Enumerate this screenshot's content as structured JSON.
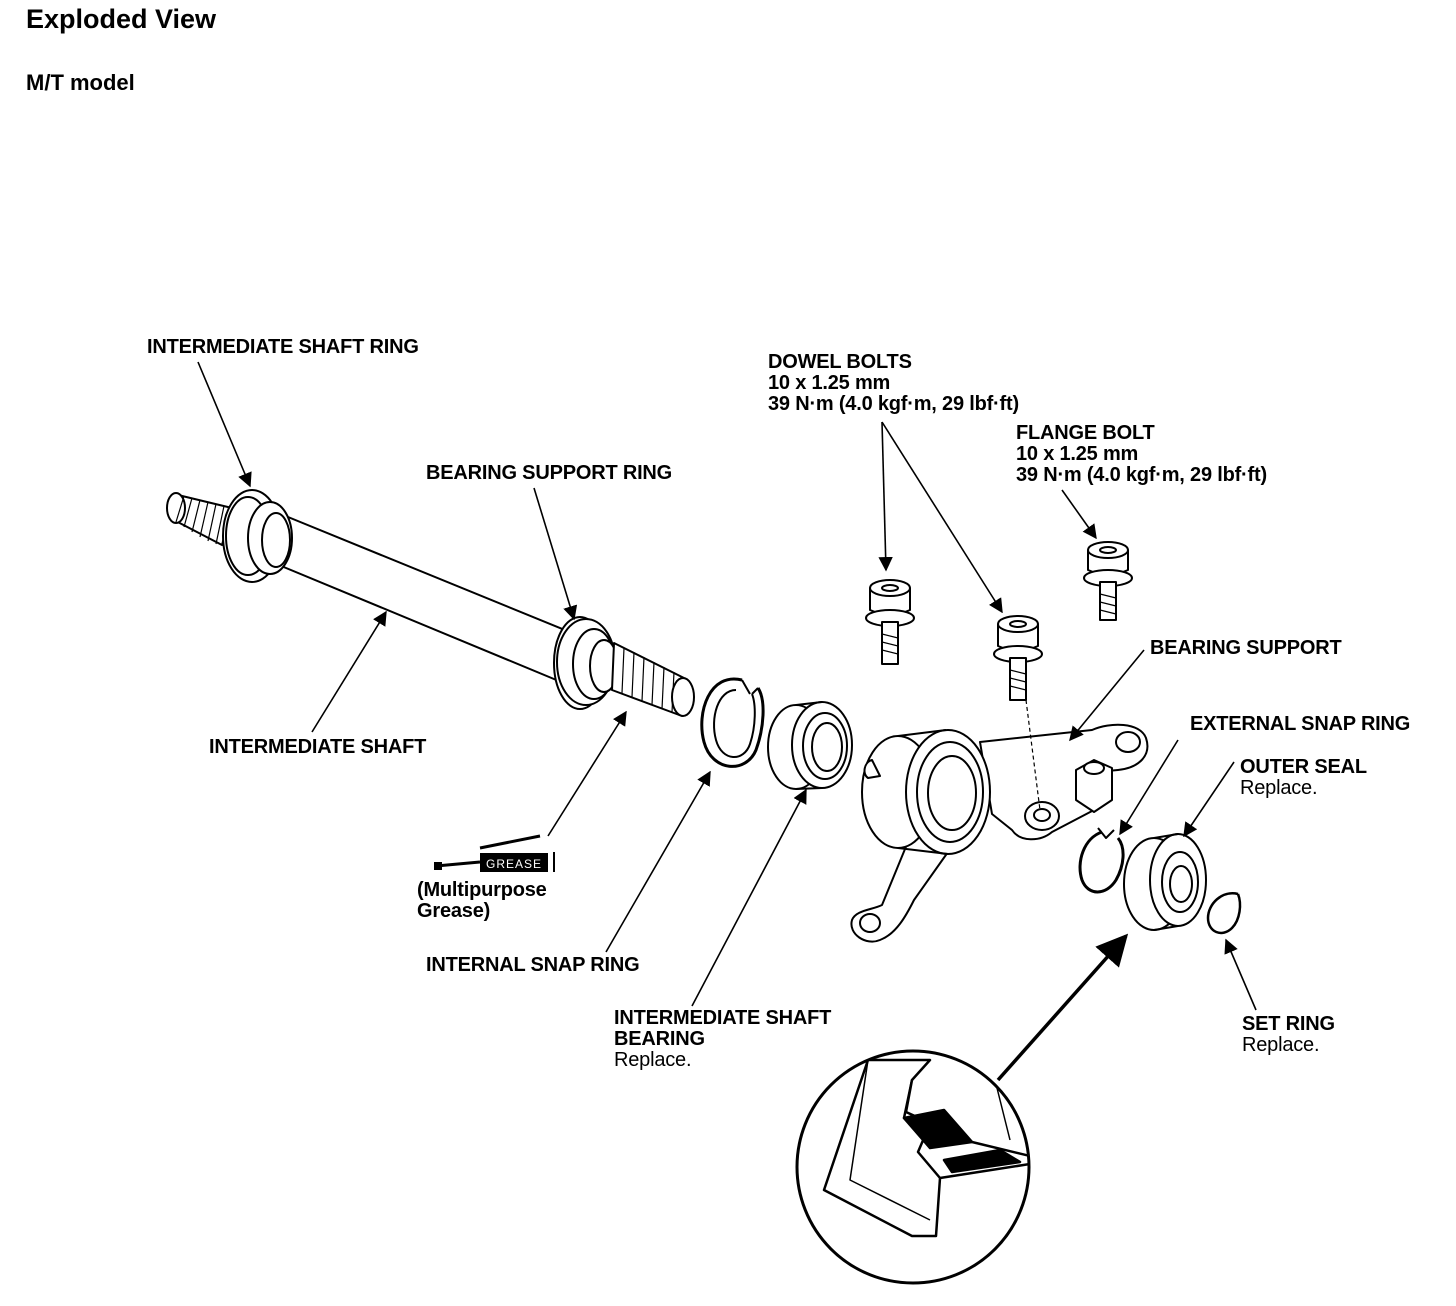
{
  "header": {
    "title": "Exploded View",
    "subtitle": "M/T model"
  },
  "callouts": {
    "intermediate_shaft_ring": {
      "name": "INTERMEDIATE SHAFT RING"
    },
    "bearing_support_ring": {
      "name": "BEARING SUPPORT RING"
    },
    "intermediate_shaft": {
      "name": "INTERMEDIATE SHAFT"
    },
    "grease": {
      "tag": "GREASE",
      "line1": "(Multipurpose",
      "line2": "Grease)"
    },
    "internal_snap_ring": {
      "name": "INTERNAL SNAP RING"
    },
    "intermediate_shaft_bearing": {
      "line1": "INTERMEDIATE SHAFT",
      "line2": "BEARING",
      "note": "Replace."
    },
    "dowel_bolts": {
      "name": "DOWEL BOLTS",
      "size": "10 x 1.25 mm",
      "torque": "39 N·m (4.0 kgf·m, 29 lbf·ft)"
    },
    "flange_bolt": {
      "name": "FLANGE BOLT",
      "size": "10 x 1.25 mm",
      "torque": "39 N·m (4.0 kgf·m, 29 lbf·ft)"
    },
    "bearing_support": {
      "name": "BEARING SUPPORT"
    },
    "external_snap_ring": {
      "name": "EXTERNAL SNAP RING"
    },
    "outer_seal": {
      "name": "OUTER SEAL",
      "note": "Replace."
    },
    "set_ring": {
      "name": "SET RING",
      "note": "Replace."
    }
  }
}
